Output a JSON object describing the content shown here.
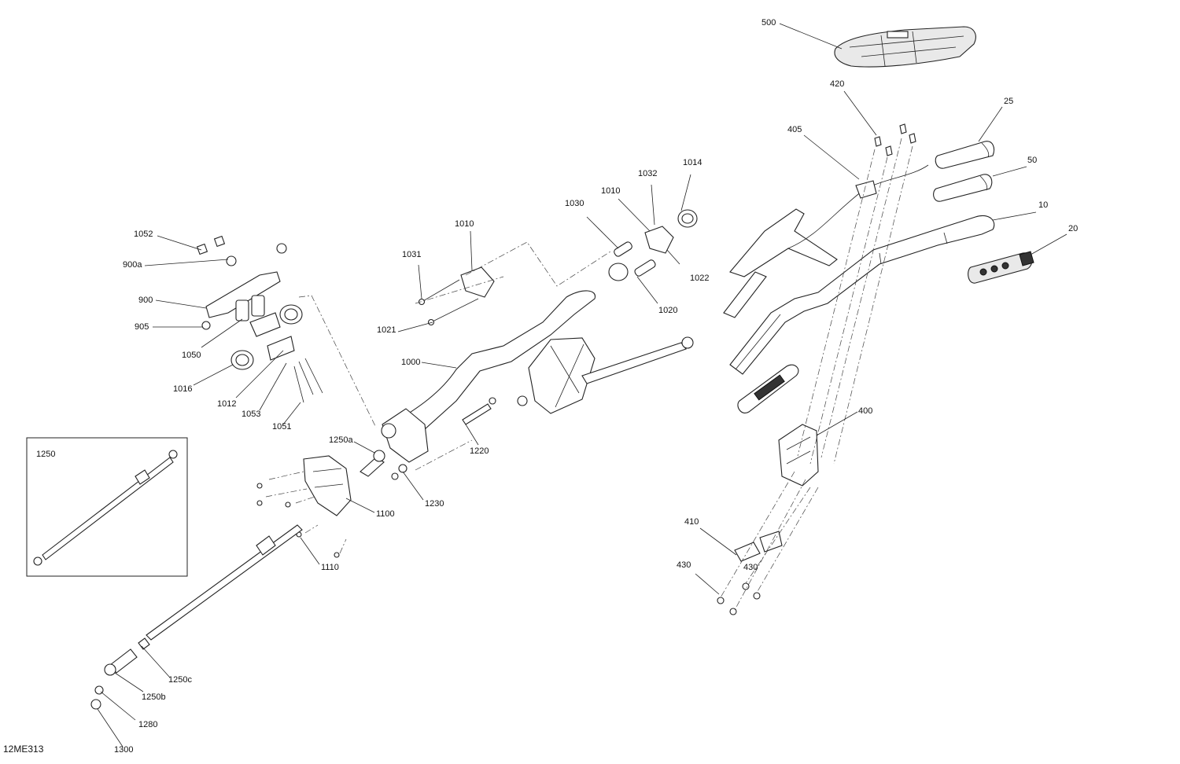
{
  "drawing_code": "12ME313",
  "inset": {
    "label": "1250"
  },
  "callouts": [
    {
      "id": "500",
      "text": "500"
    },
    {
      "id": "420",
      "text": "420"
    },
    {
      "id": "25",
      "text": "25"
    },
    {
      "id": "405",
      "text": "405"
    },
    {
      "id": "50",
      "text": "50"
    },
    {
      "id": "10",
      "text": "10"
    },
    {
      "id": "20",
      "text": "20"
    },
    {
      "id": "1014",
      "text": "1014"
    },
    {
      "id": "1032",
      "text": "1032"
    },
    {
      "id": "1010b",
      "text": "1010"
    },
    {
      "id": "1030",
      "text": "1030"
    },
    {
      "id": "1010a",
      "text": "1010"
    },
    {
      "id": "1031",
      "text": "1031"
    },
    {
      "id": "1022",
      "text": "1022"
    },
    {
      "id": "1020",
      "text": "1020"
    },
    {
      "id": "1021",
      "text": "1021"
    },
    {
      "id": "1052",
      "text": "1052"
    },
    {
      "id": "900a",
      "text": "900a"
    },
    {
      "id": "900",
      "text": "900"
    },
    {
      "id": "905",
      "text": "905"
    },
    {
      "id": "1050",
      "text": "1050"
    },
    {
      "id": "1016",
      "text": "1016"
    },
    {
      "id": "1012",
      "text": "1012"
    },
    {
      "id": "1053",
      "text": "1053"
    },
    {
      "id": "1051",
      "text": "1051"
    },
    {
      "id": "1000",
      "text": "1000"
    },
    {
      "id": "1250a",
      "text": "1250a"
    },
    {
      "id": "1220",
      "text": "1220"
    },
    {
      "id": "1230",
      "text": "1230"
    },
    {
      "id": "1100",
      "text": "1100"
    },
    {
      "id": "1110",
      "text": "1110"
    },
    {
      "id": "400",
      "text": "400"
    },
    {
      "id": "410",
      "text": "410"
    },
    {
      "id": "430a",
      "text": "430"
    },
    {
      "id": "430b",
      "text": "430"
    },
    {
      "id": "1250c",
      "text": "1250c"
    },
    {
      "id": "1250b",
      "text": "1250b"
    },
    {
      "id": "1280",
      "text": "1280"
    },
    {
      "id": "1300",
      "text": "1300"
    }
  ]
}
